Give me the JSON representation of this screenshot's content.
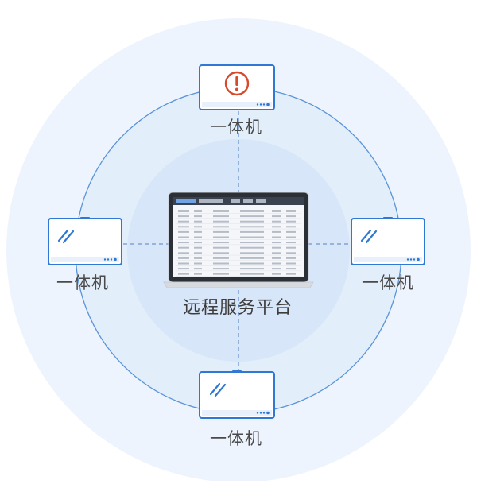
{
  "diagram": {
    "center_label": "远程服务平台",
    "nodes": [
      {
        "id": "top",
        "label": "一体机",
        "screen_icon": "alert-exclamation-icon"
      },
      {
        "id": "left",
        "label": "一体机",
        "screen_icon": "glare-lines-icon"
      },
      {
        "id": "right",
        "label": "一体机",
        "screen_icon": "glare-lines-icon"
      },
      {
        "id": "bottom",
        "label": "一体机",
        "screen_icon": "glare-lines-icon"
      }
    ]
  },
  "colors": {
    "outer_circle": "#edf4fd",
    "mid_circle": "#e3eefb",
    "inner_circle": "#d8e6f9",
    "ring_stroke": "#5a93d8",
    "device_stroke": "#2f78d4",
    "device_fill": "#ffffff",
    "device_base": "#e7f0fb",
    "alert": "#d9482b",
    "laptop_frame": "#c9ccd1",
    "laptop_screen": "#f4f6f9",
    "dash": "#6d96cf"
  }
}
